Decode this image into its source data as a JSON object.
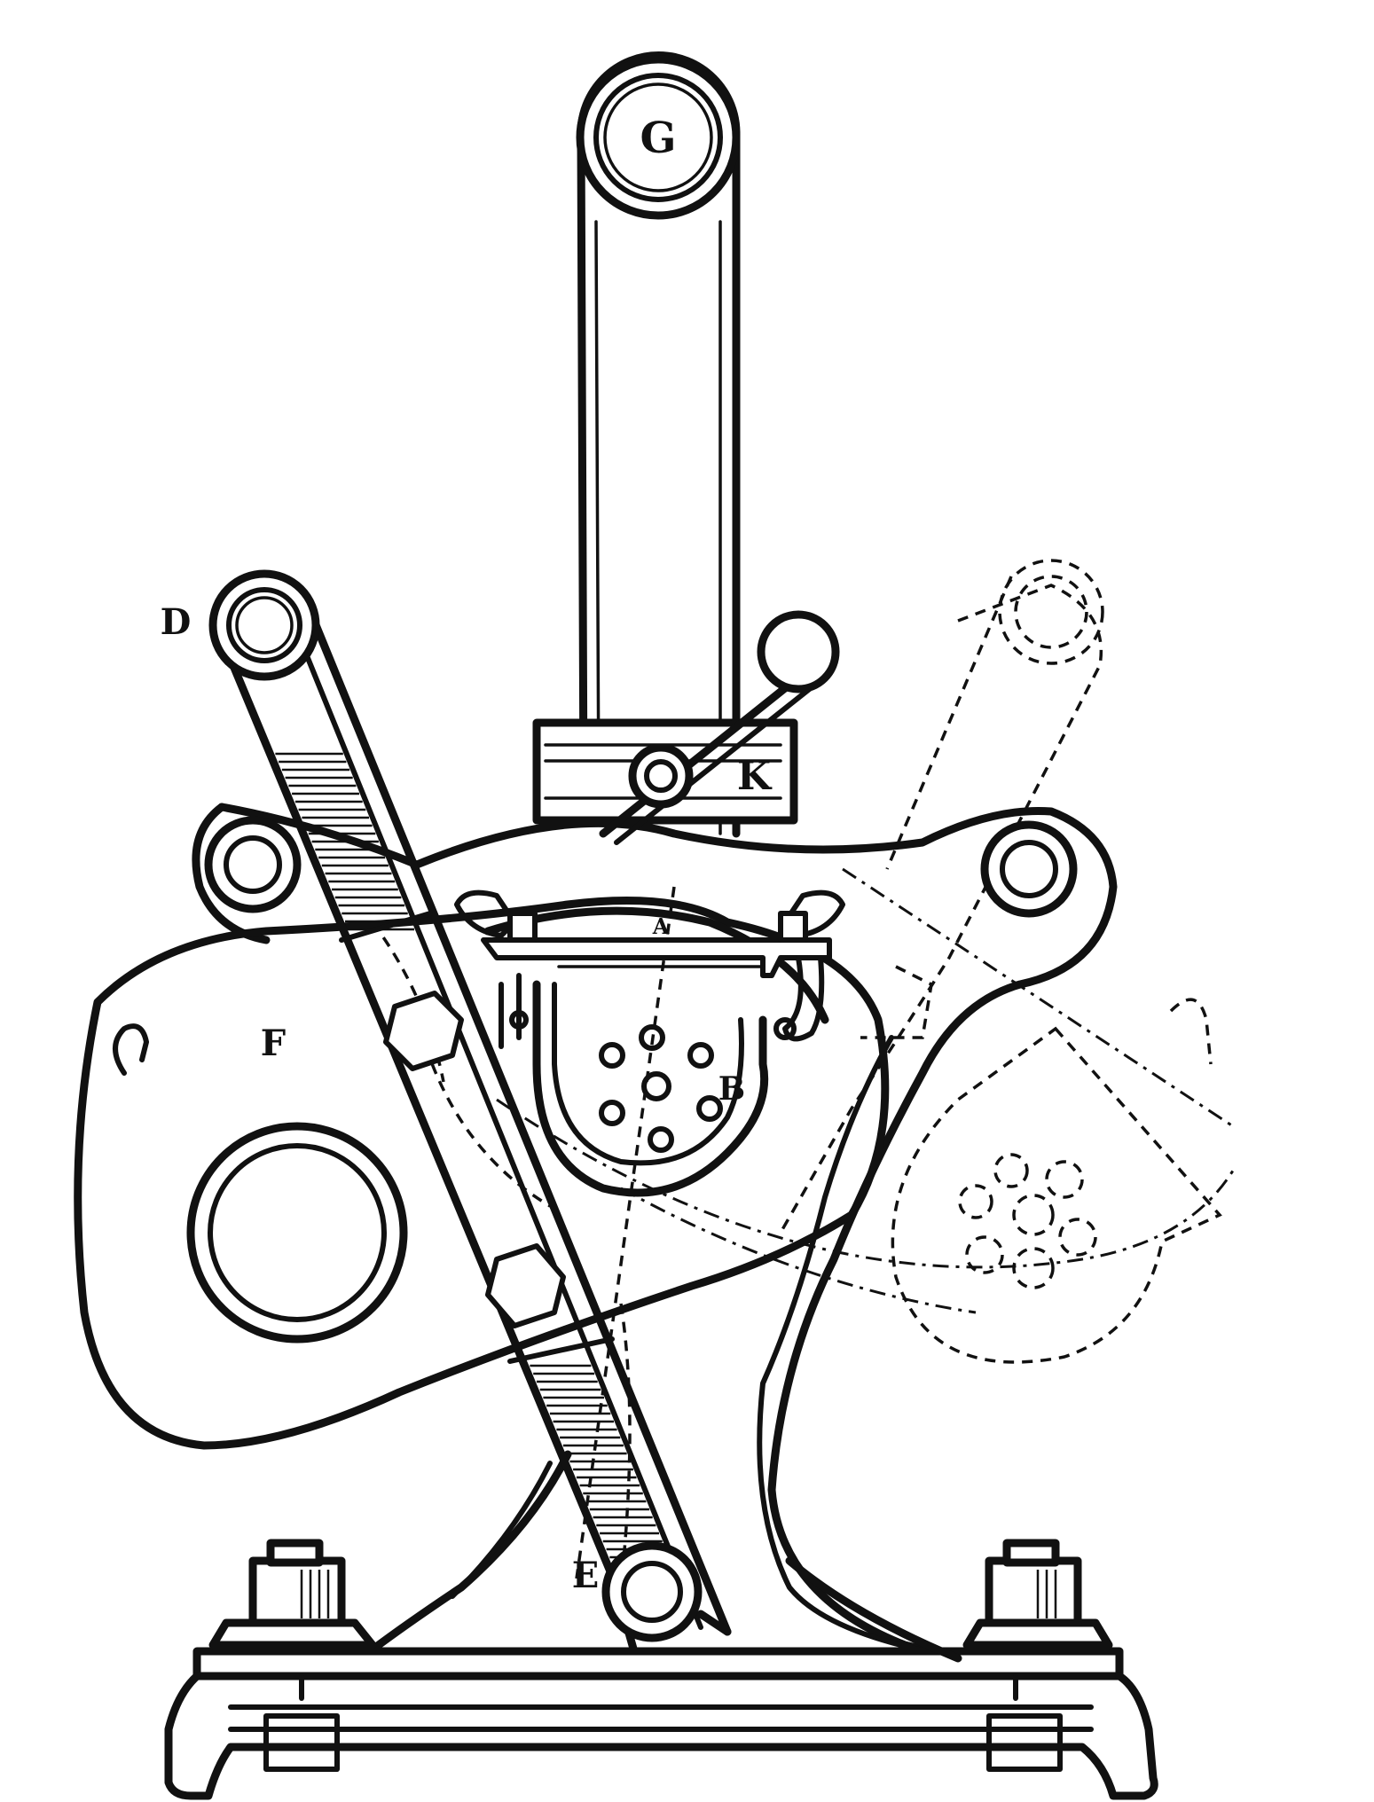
{
  "labels": {
    "g": "G",
    "k": "K",
    "d": "D",
    "a": "A",
    "b": "B",
    "f": "F",
    "e": "E"
  }
}
